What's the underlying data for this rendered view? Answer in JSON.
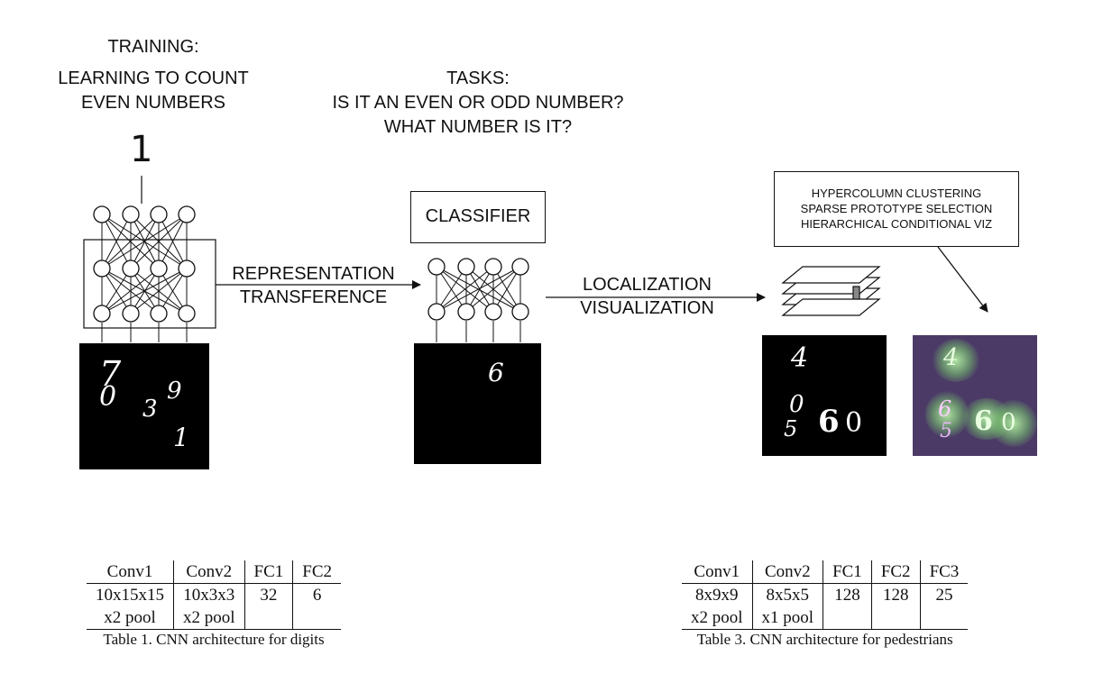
{
  "training": {
    "line1": "TRAINING:",
    "line2": "LEARNING TO COUNT",
    "line3": "EVEN  NUMBERS",
    "output_digit": "1"
  },
  "tasks": {
    "line1": "TASKS:",
    "line2": "IS IT AN EVEN OR ODD NUMBER?",
    "line3": "WHAT NUMBER IS IT?"
  },
  "classifier_label": "CLASSIFIER",
  "arrow1": {
    "line1": "REPRESENTATION",
    "line2": "TRANSFERENCE"
  },
  "arrow2": {
    "line1": "LOCALIZATION",
    "line2": "VISUALIZATION"
  },
  "methods_box": {
    "line1": "HYPERCOLUMN CLUSTERING",
    "line2": "SPARSE PROTOTYPE SELECTION",
    "line3": "HIERARCHICAL CONDITIONAL VIZ"
  },
  "images": {
    "training_digits": [
      "7",
      "0",
      "3",
      "9",
      "1"
    ],
    "classifier_digit": "6",
    "localization_digits": [
      "4",
      "0",
      "5",
      "6",
      "0"
    ],
    "visualization_digits": [
      "4",
      "6",
      "5",
      "6",
      "0"
    ]
  },
  "table1": {
    "headers": [
      "Conv1",
      "Conv2",
      "FC1",
      "FC2"
    ],
    "row1": [
      "10x15x15",
      "10x3x3",
      "32",
      "6"
    ],
    "row2": [
      "x2 pool",
      "x2 pool",
      "",
      ""
    ],
    "caption": "Table 1. CNN architecture for digits"
  },
  "table3": {
    "headers": [
      "Conv1",
      "Conv2",
      "FC1",
      "FC2",
      "FC3"
    ],
    "row1": [
      "8x9x9",
      "8x5x5",
      "128",
      "128",
      "25"
    ],
    "row2": [
      "x2 pool",
      "x1 pool",
      "",
      "",
      ""
    ],
    "caption": "Table 3. CNN architecture for pedestrians"
  },
  "colors": {
    "line": "#111111",
    "panel_black": "#000000",
    "panel_purple": "#4b3a66",
    "highlight_green": "#a8e89a"
  }
}
